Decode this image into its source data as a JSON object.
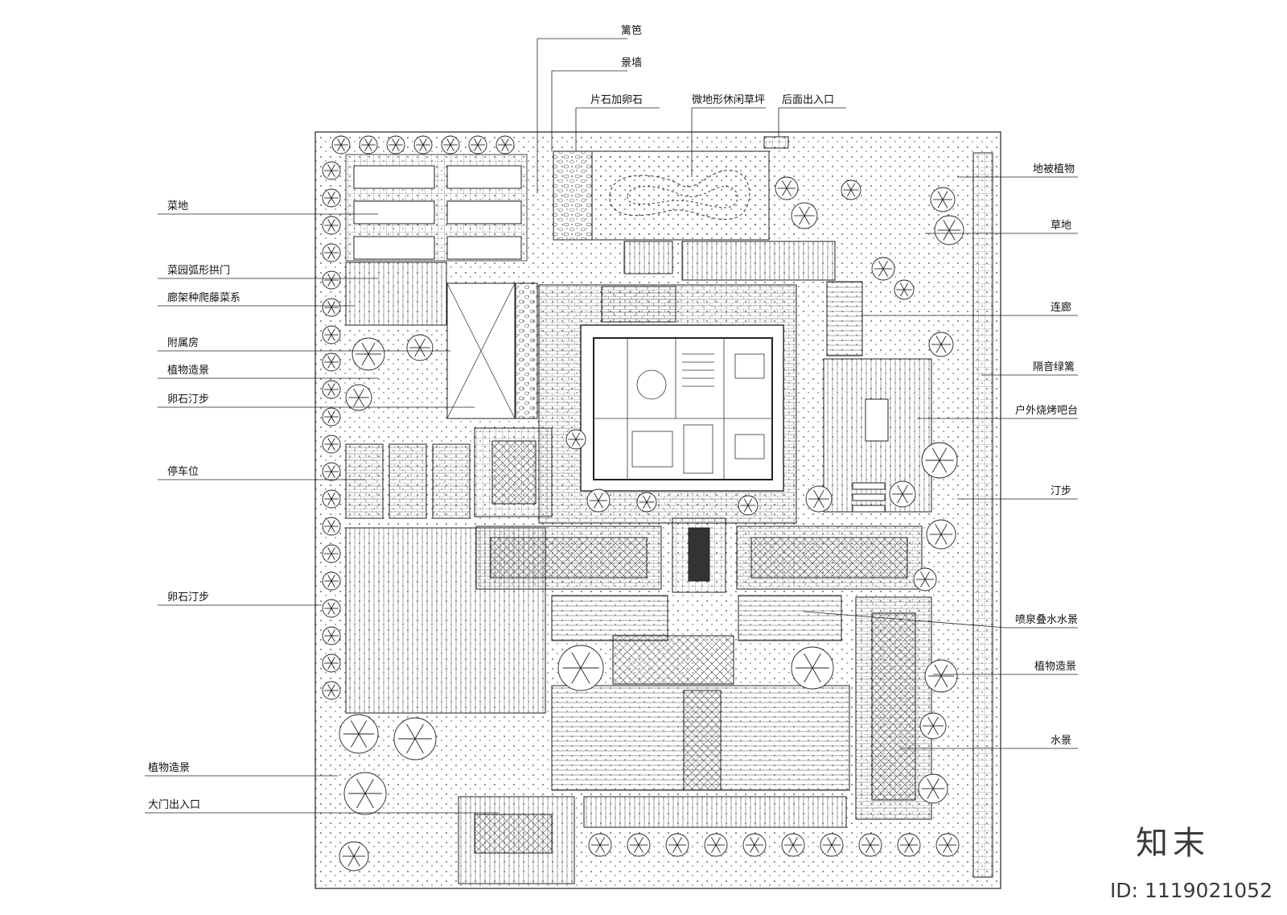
{
  "labels": {
    "fence": "篱笆",
    "feature_wall": "景墙",
    "slate_pebble": "片石加卵石",
    "micro_terrain_lawn": "微地形休闲草坪",
    "rear_entrance": "后面出入口",
    "vegetable_plot": "菜地",
    "garden_arch": "菜园弧形拱门",
    "trellis_vines": "廊架种爬藤菜系",
    "annex": "附属房",
    "planting_nw": "植物造景",
    "pebble_step_n": "卵石汀步",
    "parking": "停车位",
    "pebble_step_w": "卵石汀步",
    "planting_sw": "植物造景",
    "main_gate": "大门出入口",
    "groundcover": "地被植物",
    "grass": "草地",
    "corridor": "连廊",
    "hedge": "隔音绿篱",
    "bbq": "户外烧烤吧台",
    "stepping": "汀步",
    "fountain": "喷泉叠水水景",
    "planting_e": "植物造景",
    "water": "水景"
  },
  "watermark": {
    "brand": "知末",
    "id": "ID: 1119021052"
  },
  "colors": {
    "line": "#222222",
    "hatch": "#555555"
  }
}
